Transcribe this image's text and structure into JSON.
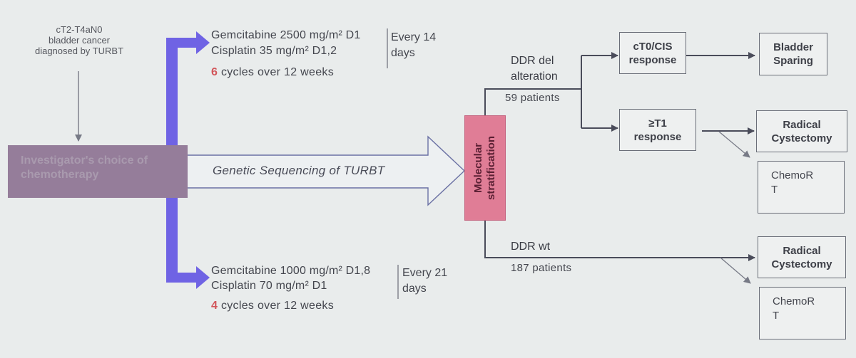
{
  "input": {
    "line1": "cT2-T4aN0",
    "line2": "bladder cancer",
    "line3": "diagnosed by TURBT"
  },
  "investigator": {
    "line1": "Investigator's choice of",
    "line2": "chemotherapy"
  },
  "regimen_top": {
    "drug1": "Gemcitabine 2500 mg/m² D1",
    "drug2": "Cisplatin 35 mg/m² D1,2",
    "schedule_line1": "Every 14",
    "schedule_line2": "days",
    "cycles_count": "6",
    "cycles_text": " cycles over 12 weeks"
  },
  "regimen_bottom": {
    "drug1": "Gemcitabine 1000 mg/m² D1,8",
    "drug2": "Cisplatin 70 mg/m² D1",
    "schedule_line1": "Every 21",
    "schedule_line2": "days",
    "cycles_count": "4",
    "cycles_text": " cycles over 12 weeks"
  },
  "sequencing": "Genetic Sequencing of TURBT",
  "molecular": {
    "line1": "Molecular",
    "line2": "stratification"
  },
  "ddr_del": {
    "line1": "DDR del",
    "line2": "alteration",
    "patients": "59 patients"
  },
  "ddr_wt": {
    "label": "DDR wt",
    "patients": "187 patients"
  },
  "outcomes": {
    "ct0_line1": "cT0/CIS",
    "ct0_line2": "response",
    "t1_line1": "≥T1",
    "t1_line2": "response",
    "bladder_line1": "Bladder",
    "bladder_line2": "Sparing",
    "radical_line1": "Radical",
    "radical_line2": "Cystectomy",
    "chemort_line1": "ChemoR",
    "chemort_line2": "T"
  },
  "colors": {
    "background": "#e9ecec",
    "investigator_fill": "#957d9a",
    "molecular_fill": "#e07d96",
    "regimen_arrow": "#6f63e4",
    "cycle_number": "#d2555a"
  }
}
